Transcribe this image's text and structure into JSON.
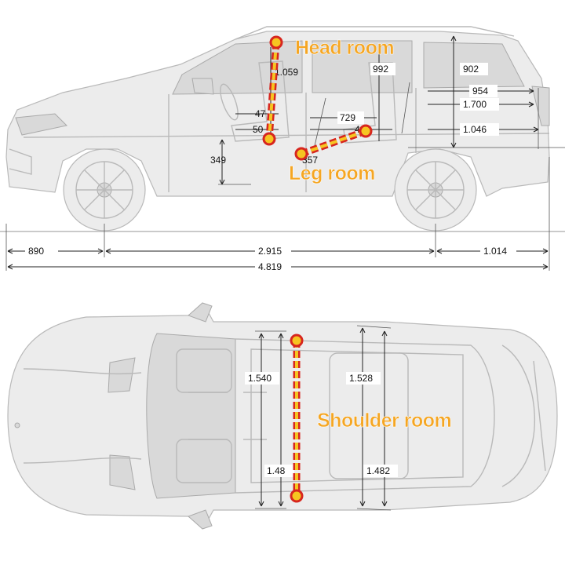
{
  "colors": {
    "callout": "#f5a623",
    "marker_stroke": "#d7261e",
    "marker_fill": "#f6c521",
    "car_line": "#b9b9b9"
  },
  "callouts": {
    "head_room": "Head room",
    "leg_room": "Leg room",
    "shoulder_room": "Shoulder room"
  },
  "side_view": {
    "headroom_front": "1.059",
    "headroom_rear": "992",
    "cargo_height": "902",
    "cargo_length_1": "954",
    "cargo_length_2": "1.700",
    "cargo_length_3": "1.046",
    "front_seat_1": "47",
    "front_seat_2": "50",
    "rear_legroom_1": "729",
    "rear_legroom_2": "4",
    "seat_height": "349",
    "legroom": "357",
    "front_overhang": "890",
    "wheelbase": "2.915",
    "rear_overhang": "1.014",
    "overall_length": "4.819"
  },
  "top_view": {
    "front_shoulder": "1.540",
    "rear_shoulder": "1.528",
    "front_hip": "1.48",
    "rear_hip": "1.482"
  }
}
